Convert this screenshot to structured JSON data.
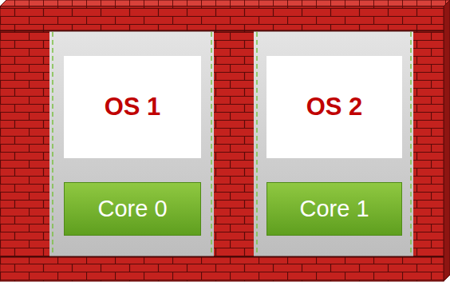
{
  "diagram": {
    "nodes": [
      {
        "text": [
          "OS 1"
        ]
      },
      {
        "text": [
          "OS 2"
        ]
      },
      {
        "text": [
          "Core 0"
        ]
      },
      {
        "text": [
          "Core 1"
        ]
      }
    ]
  }
}
